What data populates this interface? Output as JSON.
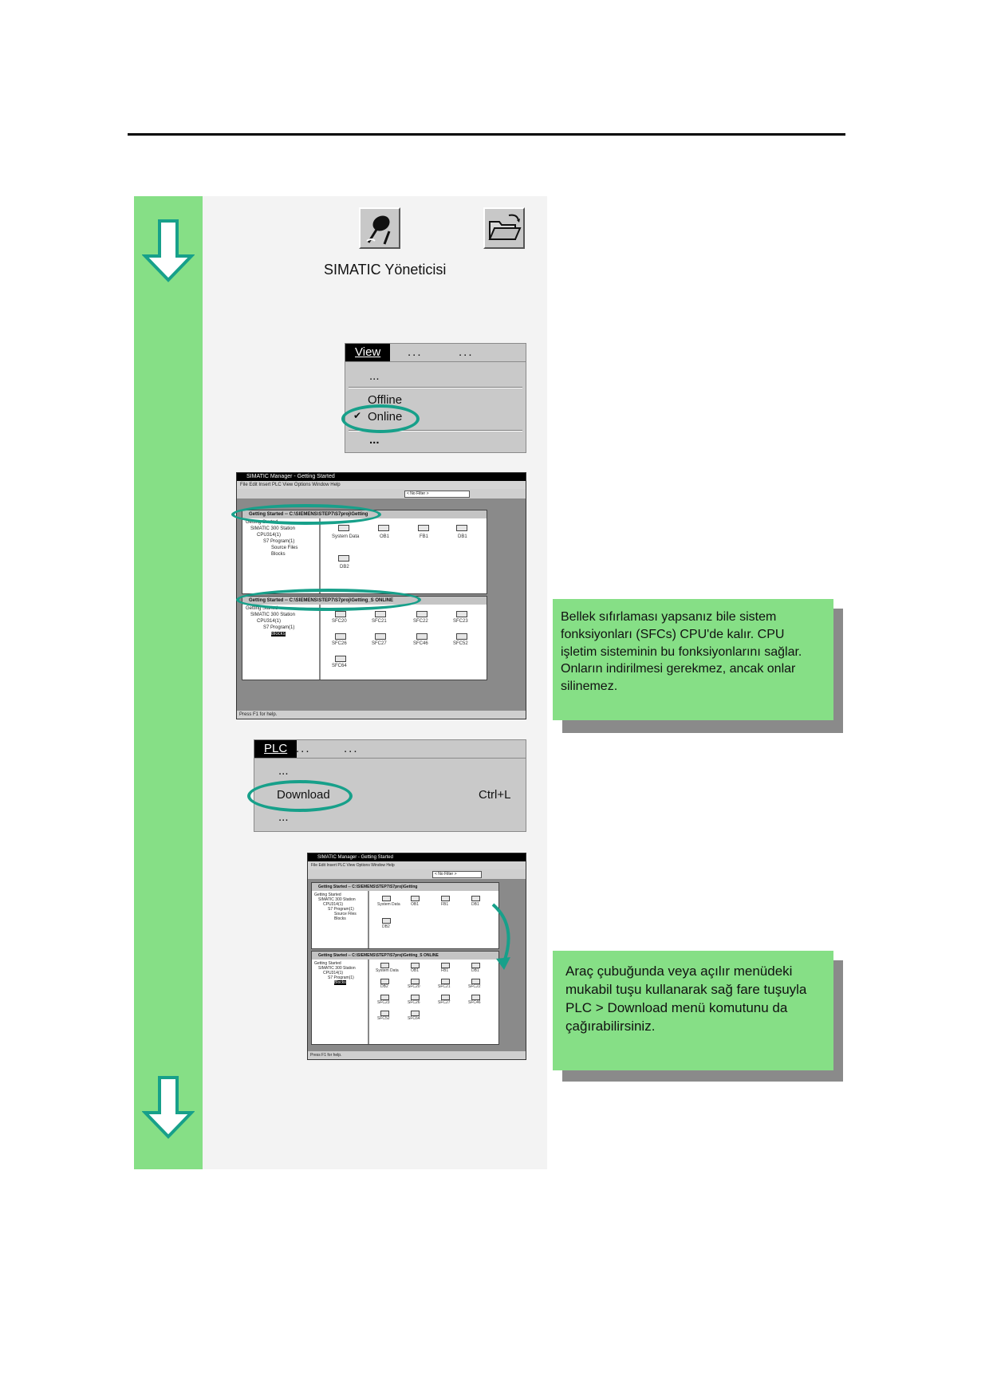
{
  "app": {
    "title": "SIMATIC Yöneticisi",
    "icons": [
      "simatic-manager-icon",
      "open-folder-icon"
    ]
  },
  "view_menu": {
    "active": "View",
    "bar_dots": [
      "...",
      "..."
    ],
    "items": [
      "...",
      "Offline",
      "Online",
      "..."
    ],
    "checked": "Online",
    "highlighted": "Online"
  },
  "plc_menu": {
    "active": "PLC",
    "bar_dots": [
      "...",
      "..."
    ],
    "items": [
      "...",
      "Download",
      "..."
    ],
    "download_shortcut": "Ctrl+L",
    "highlighted": "Download"
  },
  "screenshot1": {
    "title": "SIMATIC Manager - Getting Started",
    "menubar": "File  Edit  Insert  PLC  View  Options  Window  Help",
    "filter": "< No Filter >",
    "status": "Press F1 for help.",
    "offline_window": {
      "title": "Getting Started -- C:\\SIEMENS\\STEP7\\S7proj\\Getting",
      "tree": [
        "Getting Started",
        "SIMATIC 300 Station",
        "CPU314(1)",
        "S7 Program(1)",
        "Source Files",
        "Blocks"
      ],
      "blocks": [
        "System Data",
        "OB1",
        "FB1",
        "DB1",
        "DB2"
      ]
    },
    "online_window": {
      "title": "Getting Started -- C:\\SIEMENS\\STEP7\\S7proj\\Getting_S  ONLINE",
      "tree": [
        "Getting Started",
        "SIMATIC 300 Station",
        "CPU314(1)",
        "S7 Program(1)",
        "Blocks"
      ],
      "blocks": [
        "SFC20",
        "SFC21",
        "SFC22",
        "SFC23",
        "SFC26",
        "SFC27",
        "SFC46",
        "SFC52",
        "SFC64"
      ]
    }
  },
  "screenshot2": {
    "title": "SIMATIC Manager - Getting Started",
    "menubar": "File  Edit  Insert  PLC  View  Options  Window  Help",
    "filter": "< No Filter >",
    "status": "Press F1 for help.",
    "offline_window": {
      "title": "Getting Started -- C:\\SIEMENS\\STEP7\\S7proj\\Getting",
      "tree": [
        "Getting Started",
        "SIMATIC 300 Station",
        "CPU314(1)",
        "S7 Program(1)",
        "Source Files",
        "Blocks"
      ],
      "blocks": [
        "System Data",
        "OB1",
        "FB1",
        "DB1",
        "DB2"
      ]
    },
    "online_window": {
      "title": "Getting Started -- C:\\SIEMENS\\STEP7\\S7proj\\Getting_S  ONLINE",
      "tree": [
        "Getting Started",
        "SIMATIC 300 Station",
        "CPU314(1)",
        "S7 Program(1)",
        "Blocks"
      ],
      "blocks": [
        "System Data",
        "OB1",
        "FB1",
        "DB1",
        "DB2",
        "SFC20",
        "SFC21",
        "SFC22",
        "SFC23",
        "SFC26",
        "SFC27",
        "SFC46",
        "SFC52",
        "SFC64"
      ]
    }
  },
  "notes": {
    "note1": "Bellek sıfırlaması yapsanız bile sistem fonksiyonları (SFCs) CPU'de kalır. CPU işletim sisteminin bu fonksiyonlarını sağlar. Onların indirilmesi gerekmez, ancak onlar silinemez.",
    "note2": "Araç çubuğunda veya açılır menüdeki mukabil tuşu kullanarak sağ fare tuşuyla PLC > Download menü komutunu da çağırabilirsiniz."
  },
  "colors": {
    "green": "#86df86",
    "highlight": "#17a08a",
    "shadow": "#8a8a8a"
  }
}
